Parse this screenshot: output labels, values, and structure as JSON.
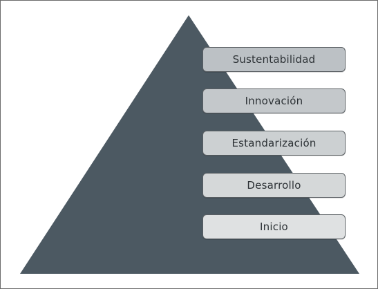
{
  "pyramid": {
    "fill_color": "#4c5962",
    "levels": [
      {
        "label": "Sustentabilidad",
        "color": "#bcc1c5"
      },
      {
        "label": "Innovación",
        "color": "#c4c8cb"
      },
      {
        "label": "Estandarización",
        "color": "#ccd0d2"
      },
      {
        "label": "Desarrollo",
        "color": "#d5d8d9"
      },
      {
        "label": "Inicio",
        "color": "#dfe1e2"
      }
    ]
  }
}
